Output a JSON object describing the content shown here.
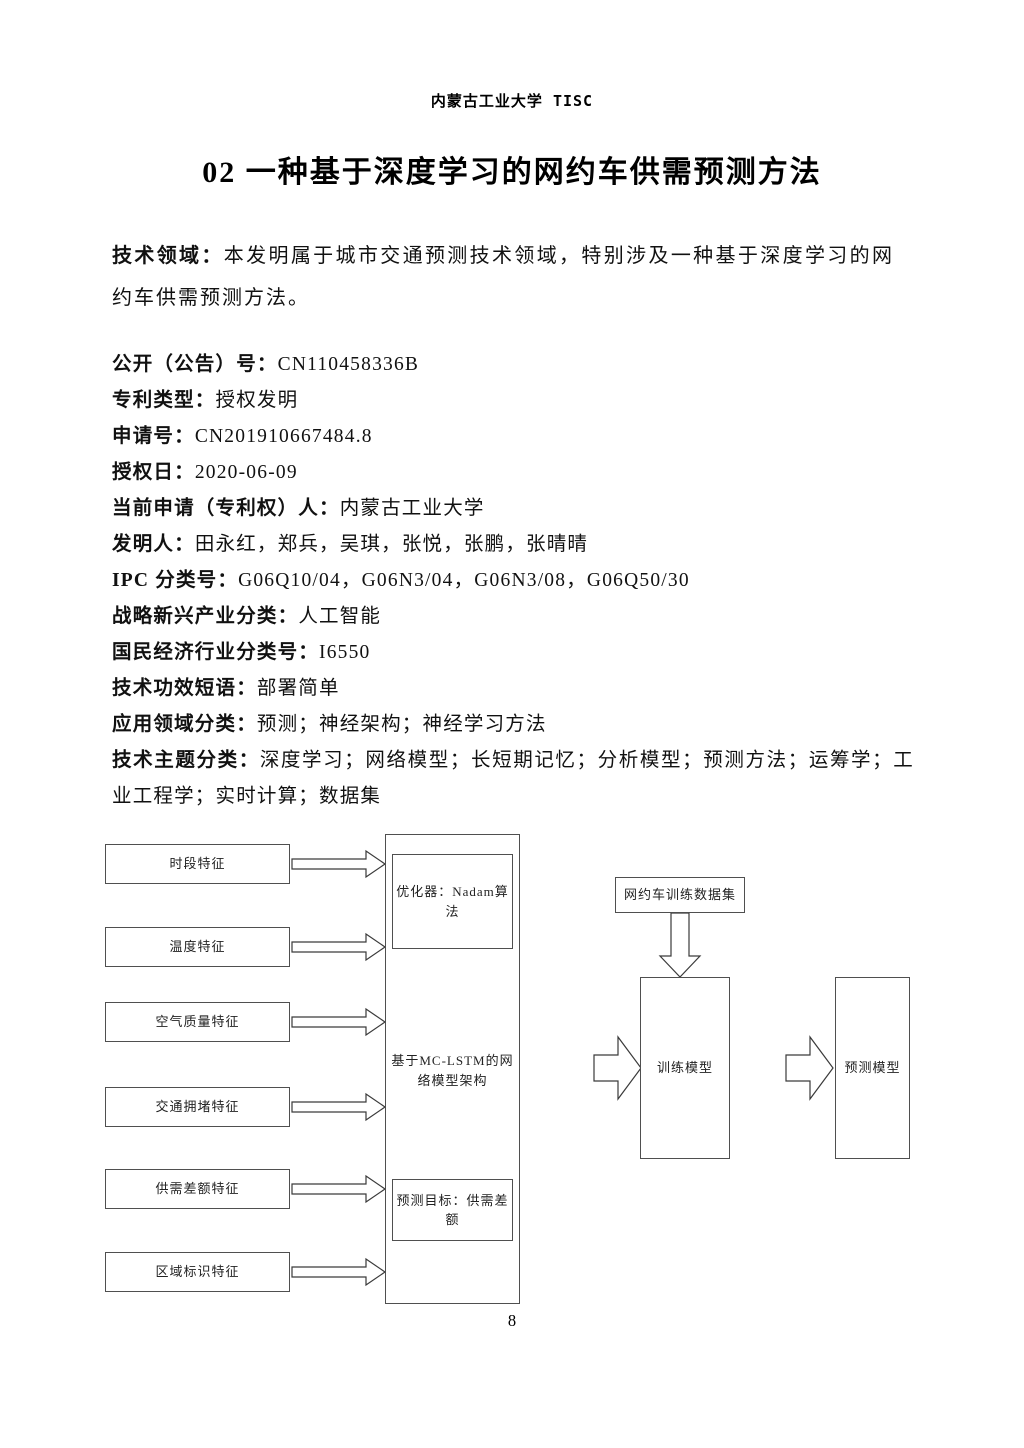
{
  "header": {
    "institution": "内蒙古工业大学 TISC"
  },
  "title": "02 一种基于深度学习的网约车供需预测方法",
  "tech_field": {
    "label": "技术领域：",
    "text": "本发明属于城市交通预测技术领域，特别涉及一种基于深度学习的网约车供需预测方法。"
  },
  "fields": [
    {
      "label": "公开（公告）号：",
      "value": "CN110458336B"
    },
    {
      "label": "专利类型：",
      "value": "授权发明"
    },
    {
      "label": "申请号：",
      "value": "CN201910667484.8"
    },
    {
      "label": "授权日：",
      "value": "2020-06-09"
    },
    {
      "label": "当前申请（专利权）人：",
      "value": "内蒙古工业大学"
    },
    {
      "label": "发明人：",
      "value": "田永红，郑兵，吴琪，张悦，张鹏，张晴晴"
    },
    {
      "label": "IPC 分类号：",
      "value": "G06Q10/04，G06N3/04，G06N3/08，G06Q50/30"
    },
    {
      "label": "战略新兴产业分类：",
      "value": "人工智能"
    },
    {
      "label": "国民经济行业分类号：",
      "value": "I6550"
    },
    {
      "label": "技术功效短语：",
      "value": "部署简单"
    },
    {
      "label": "应用领域分类：",
      "value": "预测；神经架构；神经学习方法"
    },
    {
      "label": "技术主题分类：",
      "value": "深度学习；网络模型；长短期记忆；分析模型；预测方法；运筹学；工业工程学；实时计算；数据集"
    }
  ],
  "diagram": {
    "inputs": [
      "时段特征",
      "温度特征",
      "空气质量特征",
      "交通拥堵特征",
      "供需差额特征",
      "区域标识特征"
    ],
    "optimizer_box": "优化器：Nadam算法",
    "network_label": "基于MC-LSTM的网络模型架构",
    "target_box": "预测目标：供需差额",
    "dataset_box": "网约车训练数据集",
    "train_box": "训练模型",
    "predict_box": "预测模型"
  },
  "page_number": "8"
}
